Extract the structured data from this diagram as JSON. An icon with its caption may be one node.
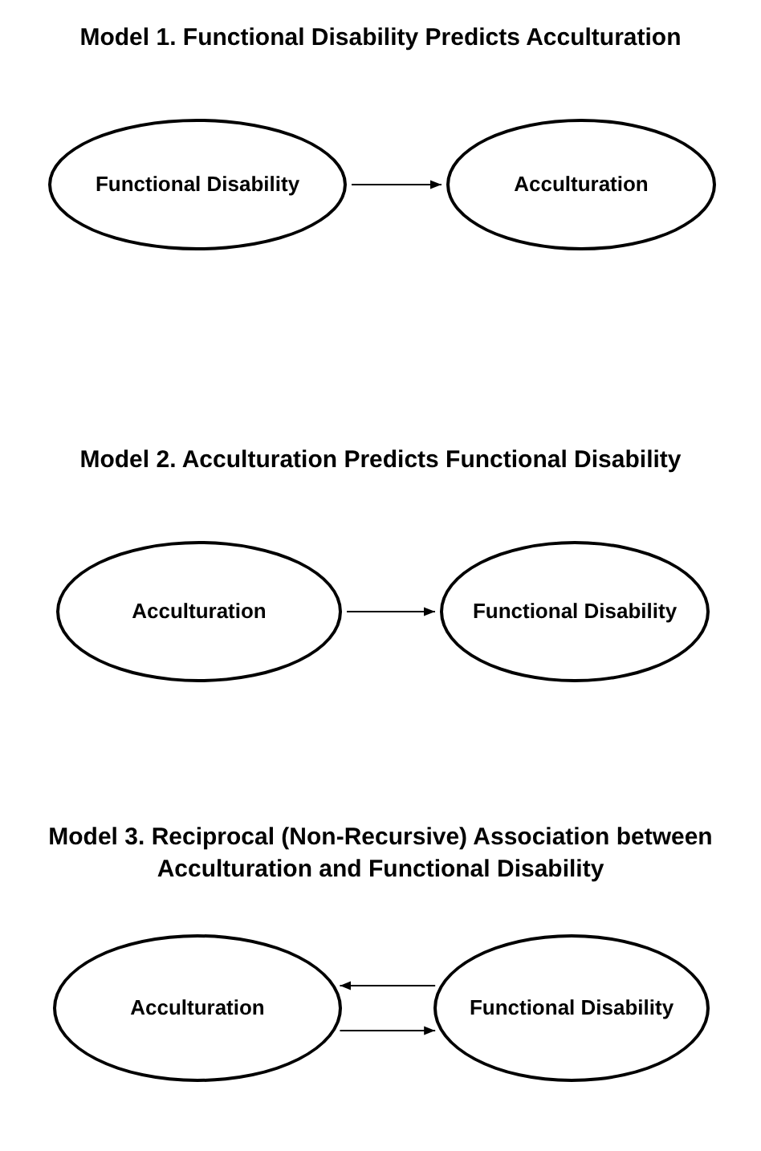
{
  "diagram": {
    "nodes": [
      {
        "text": [
          "Functional Disability"
        ]
      },
      {
        "text": [
          "Acculturation"
        ]
      },
      {
        "text": [
          "Acculturation"
        ]
      },
      {
        "text": [
          "Functional Disability"
        ]
      },
      {
        "text": [
          "Acculturation"
        ]
      },
      {
        "text": [
          "Functional Disability"
        ]
      }
    ],
    "edges": [
      {
        "from": 0,
        "to": 1,
        "arrow": "to"
      },
      {
        "from": 2,
        "to": 3,
        "arrow": "to"
      },
      {
        "from": 5,
        "to": 4,
        "arrow": "to"
      },
      {
        "from": 4,
        "to": 5,
        "arrow": "to"
      }
    ],
    "labels": [
      "Model 1. Functional Disability Predicts Acculturation",
      "Model 2. Acculturation Predicts Functional Disability",
      "Model 3. Reciprocal (Non-Recursive) Association between Acculturation and Functional Disability"
    ]
  }
}
